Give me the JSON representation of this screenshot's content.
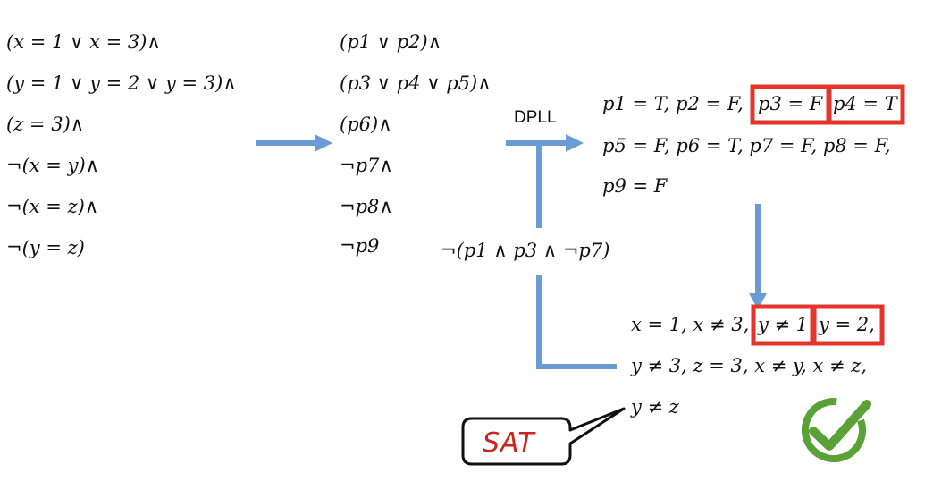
{
  "colors": {
    "arrow": "#6a9bd4",
    "highlight": "#e4342b",
    "sat_text": "#c8251e",
    "check": "#5aa236"
  },
  "icons": [
    "check-icon"
  ],
  "constraints": [
    "(x = 1 ∨ x = 3)∧",
    "(y = 1 ∨ y = 2 ∨ y = 3)∧",
    "(z = 3)∧",
    "¬(x = y)∧",
    "¬(x = z)∧",
    "¬(y = z)"
  ],
  "boolean": [
    "(p1 ∨ p2)∧",
    "(p3 ∨ p4 ∨ p5)∧",
    "(p6)∧",
    "¬p7∧",
    "¬p8∧",
    "¬p9"
  ],
  "dpll_label": "DPLL",
  "assignment": {
    "line1_prefix": "p1 = T, p2 = F,",
    "line1_box1": "p3 = F",
    "line1_box2": "p4 = T",
    "line2": "p5 = F, p6 = T, p7 = F, p8 = F,",
    "line3": "p9 = F"
  },
  "learned_clause": "¬(p1 ∧ p3 ∧ ¬p7)",
  "theory": {
    "line1_prefix": "x = 1, x ≠ 3,",
    "line1_box1": "y ≠ 1",
    "line1_box2": "y = 2,",
    "line2": "y ≠ 3, z = 3, x ≠ y, x ≠ z,",
    "line3": "y ≠ z"
  },
  "sat_label": "SAT"
}
